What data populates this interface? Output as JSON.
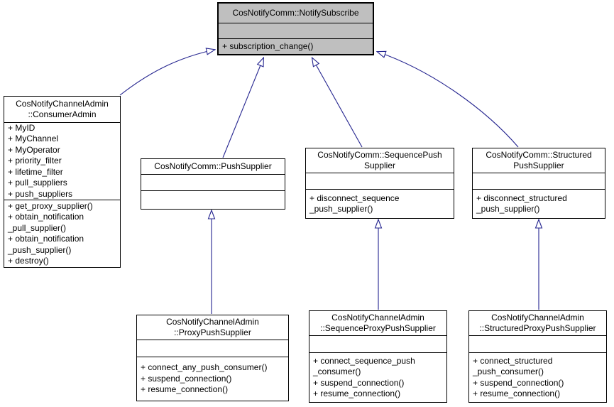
{
  "diagram": {
    "kind": "uml-class-inheritance",
    "background": "#ffffff",
    "border_color": "#000000",
    "node_fill": "#ffffff",
    "focus_node_fill": "#bfbfbf",
    "edge_color": "#24248f"
  },
  "classes": [
    {
      "name": "CosNotifyComm::NotifySubscribe",
      "focus": true,
      "title_lines": [
        "CosNotifyComm::NotifySubscribe"
      ],
      "attribute_lines": [],
      "method_lines": [
        "+ subscription_change()"
      ]
    },
    {
      "name": "CosNotifyChannelAdmin::ConsumerAdmin",
      "focus": false,
      "title_lines": [
        "CosNotifyChannelAdmin",
        "::ConsumerAdmin"
      ],
      "attribute_lines": [
        "+ MyID",
        "+ MyChannel",
        "+ MyOperator",
        "+ priority_filter",
        "+ lifetime_filter",
        "+ pull_suppliers",
        "+ push_suppliers"
      ],
      "method_lines": [
        "+ get_proxy_supplier()",
        "+ obtain_notification",
        "_pull_supplier()",
        "+ obtain_notification",
        "_push_supplier()",
        "+ destroy()"
      ]
    },
    {
      "name": "CosNotifyComm::PushSupplier",
      "focus": false,
      "title_lines": [
        "CosNotifyComm::PushSupplier"
      ],
      "attribute_lines": [],
      "method_lines": []
    },
    {
      "name": "CosNotifyComm::SequencePushSupplier",
      "focus": false,
      "title_lines": [
        "CosNotifyComm::SequencePush",
        "Supplier"
      ],
      "attribute_lines": [],
      "method_lines": [
        "+ disconnect_sequence",
        "_push_supplier()"
      ]
    },
    {
      "name": "CosNotifyComm::StructuredPushSupplier",
      "focus": false,
      "title_lines": [
        "CosNotifyComm::Structured",
        "PushSupplier"
      ],
      "attribute_lines": [],
      "method_lines": [
        "+ disconnect_structured",
        "_push_supplier()"
      ]
    },
    {
      "name": "CosNotifyChannelAdmin::ProxyPushSupplier",
      "focus": false,
      "title_lines": [
        "CosNotifyChannelAdmin",
        "::ProxyPushSupplier"
      ],
      "attribute_lines": [],
      "method_lines": [
        "+ connect_any_push_consumer()",
        "+ suspend_connection()",
        "+ resume_connection()"
      ]
    },
    {
      "name": "CosNotifyChannelAdmin::SequenceProxyPushSupplier",
      "focus": false,
      "title_lines": [
        "CosNotifyChannelAdmin",
        "::SequenceProxyPushSupplier"
      ],
      "attribute_lines": [],
      "method_lines": [
        "+ connect_sequence_push",
        "_consumer()",
        "+ suspend_connection()",
        "+ resume_connection()"
      ]
    },
    {
      "name": "CosNotifyChannelAdmin::StructuredProxyPushSupplier",
      "focus": false,
      "title_lines": [
        "CosNotifyChannelAdmin",
        "::StructuredProxyPushSupplier"
      ],
      "attribute_lines": [],
      "method_lines": [
        "+ connect_structured",
        "_push_consumer()",
        "+ suspend_connection()",
        "+ resume_connection()"
      ]
    }
  ],
  "edges": [
    {
      "type": "inheritance",
      "from": "CosNotifyChannelAdmin::ConsumerAdmin",
      "to": "CosNotifyComm::NotifySubscribe"
    },
    {
      "type": "inheritance",
      "from": "CosNotifyComm::PushSupplier",
      "to": "CosNotifyComm::NotifySubscribe"
    },
    {
      "type": "inheritance",
      "from": "CosNotifyComm::SequencePushSupplier",
      "to": "CosNotifyComm::NotifySubscribe"
    },
    {
      "type": "inheritance",
      "from": "CosNotifyComm::StructuredPushSupplier",
      "to": "CosNotifyComm::NotifySubscribe"
    },
    {
      "type": "inheritance",
      "from": "CosNotifyChannelAdmin::ProxyPushSupplier",
      "to": "CosNotifyComm::PushSupplier"
    },
    {
      "type": "inheritance",
      "from": "CosNotifyChannelAdmin::SequenceProxyPushSupplier",
      "to": "CosNotifyComm::SequencePushSupplier"
    },
    {
      "type": "inheritance",
      "from": "CosNotifyChannelAdmin::StructuredProxyPushSupplier",
      "to": "CosNotifyComm::StructuredPushSupplier"
    }
  ]
}
